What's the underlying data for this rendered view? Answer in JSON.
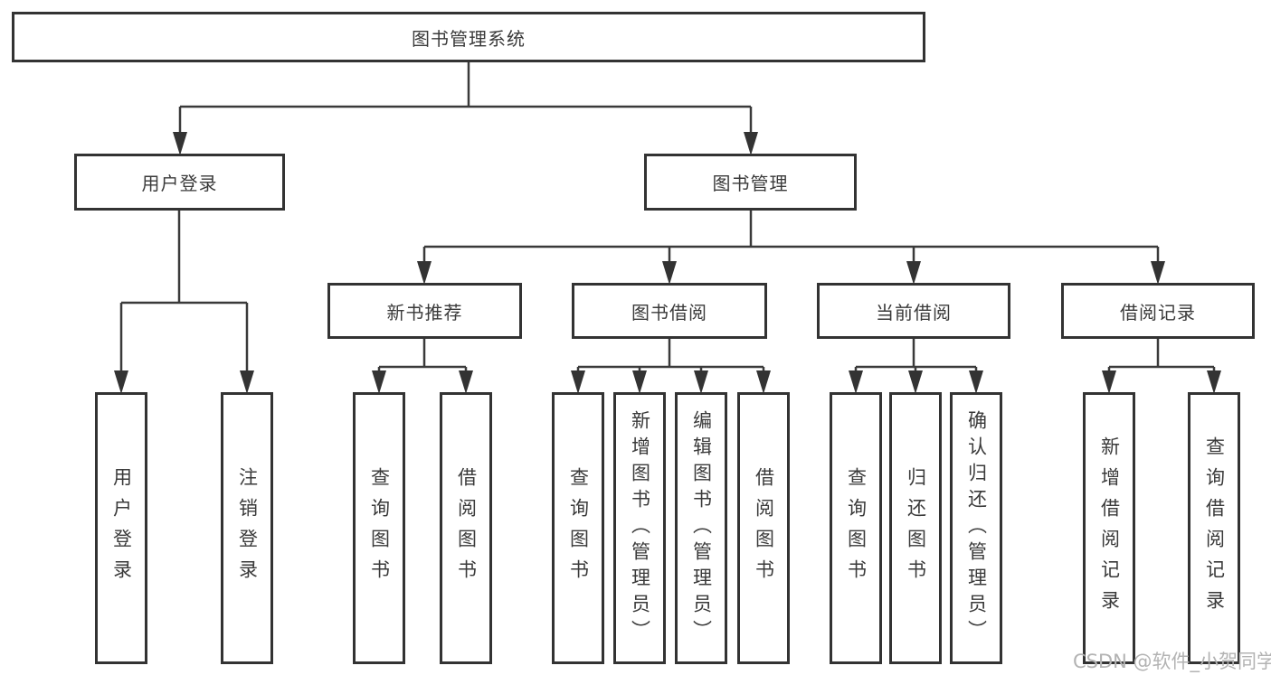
{
  "tree": {
    "label": "图书管理系统",
    "children": [
      {
        "label": "用户登录",
        "children": [
          {
            "label": "用户登录"
          },
          {
            "label": "注销登录"
          }
        ]
      },
      {
        "label": "图书管理",
        "children": [
          {
            "label": "新书推荐",
            "children": [
              {
                "label": "查询图书"
              },
              {
                "label": "借阅图书"
              }
            ]
          },
          {
            "label": "图书借阅",
            "children": [
              {
                "label": "查询图书"
              },
              {
                "label": "新增图书（管理员）"
              },
              {
                "label": "编辑图书（管理员）"
              },
              {
                "label": "借阅图书"
              }
            ]
          },
          {
            "label": "当前借阅",
            "children": [
              {
                "label": "查询图书"
              },
              {
                "label": "归还图书"
              },
              {
                "label": "确认归还（管理员）"
              }
            ]
          },
          {
            "label": "借阅记录",
            "children": [
              {
                "label": "新增借阅记录"
              },
              {
                "label": "查询借阅记录"
              }
            ]
          }
        ]
      }
    ]
  },
  "watermark": {
    "text": "CSDN @软件_小贺同学"
  },
  "colors": {
    "line": "#3a3a3a",
    "box_border": "#333333",
    "text": "#3a3a3a",
    "watermark": "#b3b3b3",
    "background": "#ffffff"
  }
}
